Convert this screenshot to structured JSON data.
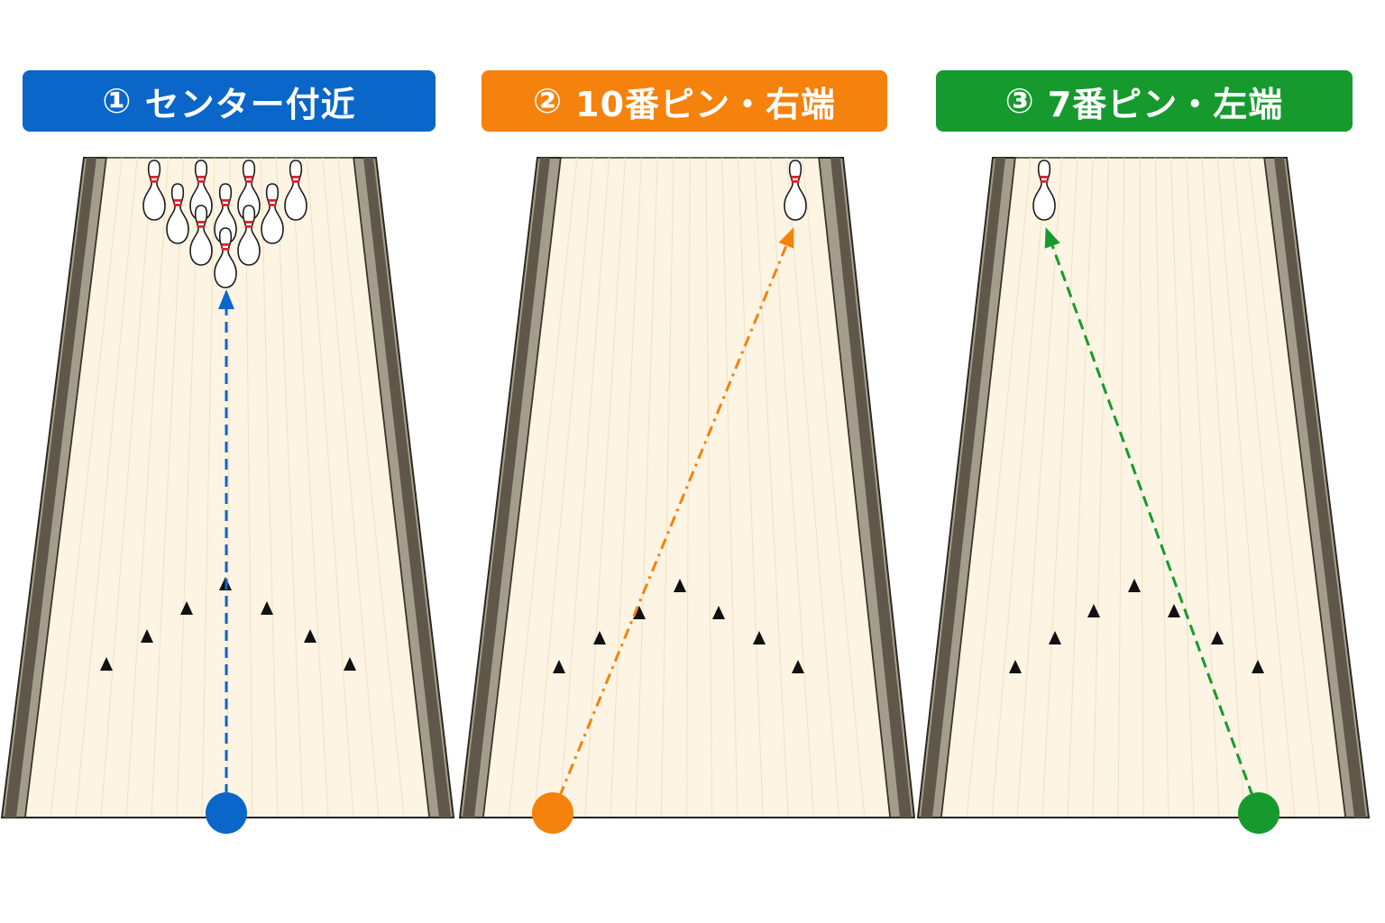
{
  "colors": {
    "blue": "#0a66c8",
    "orange": "#f5820c",
    "green": "#169a2e",
    "lane": "#fdf4e3",
    "gutter_dark": "#5e574a",
    "gutter_light": "#a59d8b"
  },
  "panels": [
    {
      "number": "①",
      "title": "センター付近",
      "color": "blue",
      "target": "center",
      "pins": [
        "1",
        "2",
        "3",
        "4",
        "5",
        "6",
        "7",
        "8",
        "9",
        "10"
      ]
    },
    {
      "number": "②",
      "title": "10番ピン・右端",
      "color": "orange",
      "target": "right",
      "pins": [
        "10"
      ]
    },
    {
      "number": "③",
      "title": "7番ピン・左端",
      "color": "green",
      "target": "left",
      "pins": [
        "7"
      ]
    }
  ],
  "icons": {
    "pin": "bowling-pin-icon",
    "ball": "ball-position-icon",
    "arrow": "dashed-arrow-icon",
    "marks": "lane-arrow-marker-icon"
  }
}
